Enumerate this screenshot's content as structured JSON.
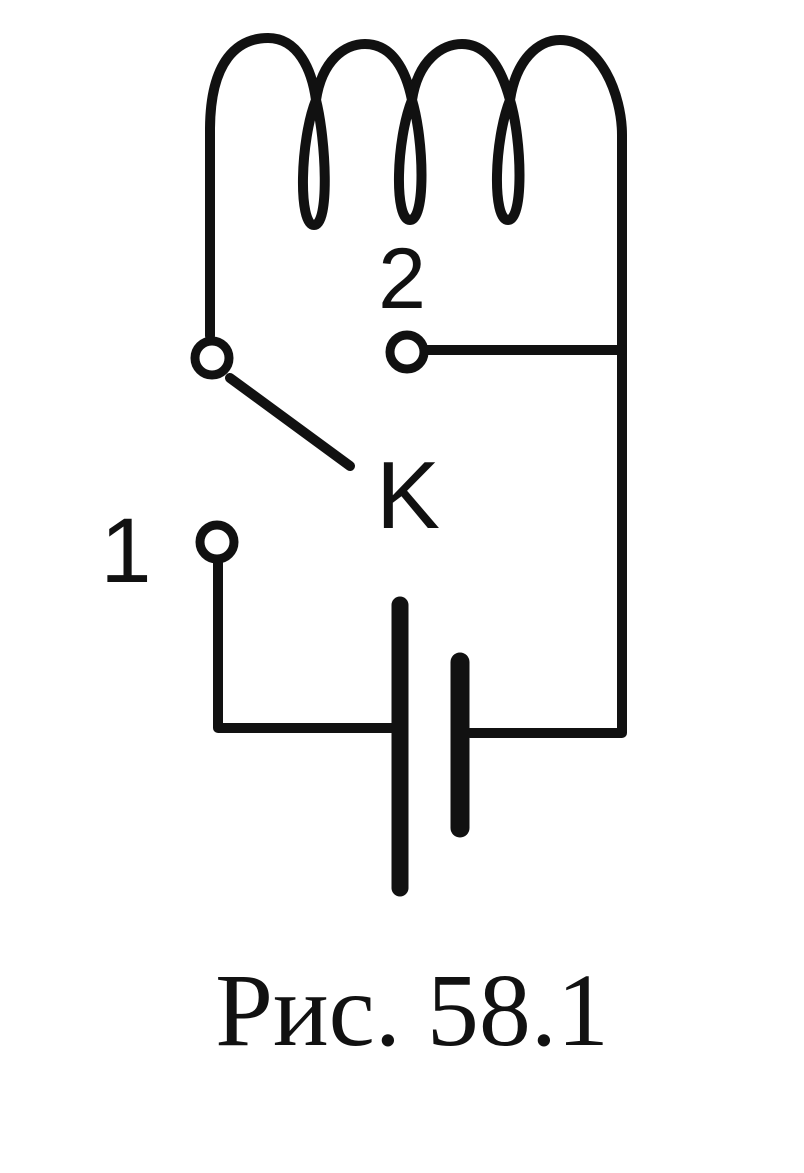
{
  "labels": {
    "terminal_2": "2",
    "terminal_1": "1",
    "switch": "K"
  },
  "caption": "Рис. 58.1",
  "colors": {
    "ink": "#111111",
    "background": "#ffffff"
  }
}
